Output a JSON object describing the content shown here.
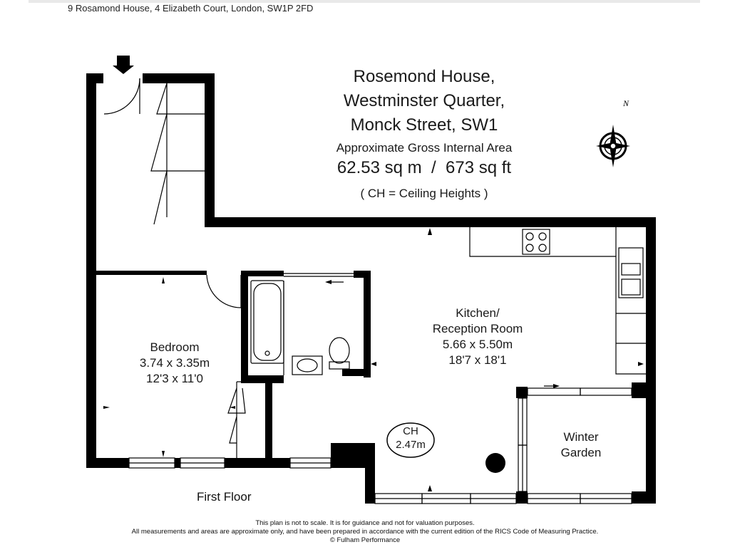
{
  "header": {
    "address": "9 Rosamond House, 4 Elizabeth Court, London, SW1P 2FD"
  },
  "title_block": {
    "line1": "Rosemond House,",
    "line2": "Westminster Quarter,",
    "line3": "Monck Street, SW1",
    "area_label": "Approximate Gross Internal Area",
    "area_value": "62.53 sq m  /  673 sq ft",
    "ceiling_note": "( CH = Ceiling Heights )"
  },
  "compass": {
    "north_label": "N"
  },
  "rooms": {
    "bedroom": {
      "name": "Bedroom",
      "metric": "3.74 x 3.35m",
      "imperial": "12'3 x 11'0"
    },
    "kitchen": {
      "name1": "Kitchen/",
      "name2": "Reception Room",
      "metric": "5.66 x 5.50m",
      "imperial": "18'7 x 18'1"
    },
    "winter_garden": {
      "name1": "Winter",
      "name2": "Garden"
    }
  },
  "ceiling_height": {
    "label": "CH",
    "value": "2.47m"
  },
  "floor_label": "First Floor",
  "footer": {
    "line1": "This plan is not to scale. It is for guidance and not for valuation purposes.",
    "line2": "All measurements and areas are approximate only, and have been prepared in accordance with the current edition of the RICS Code of Measuring Practice.",
    "line3": "© Fulham Performance"
  }
}
